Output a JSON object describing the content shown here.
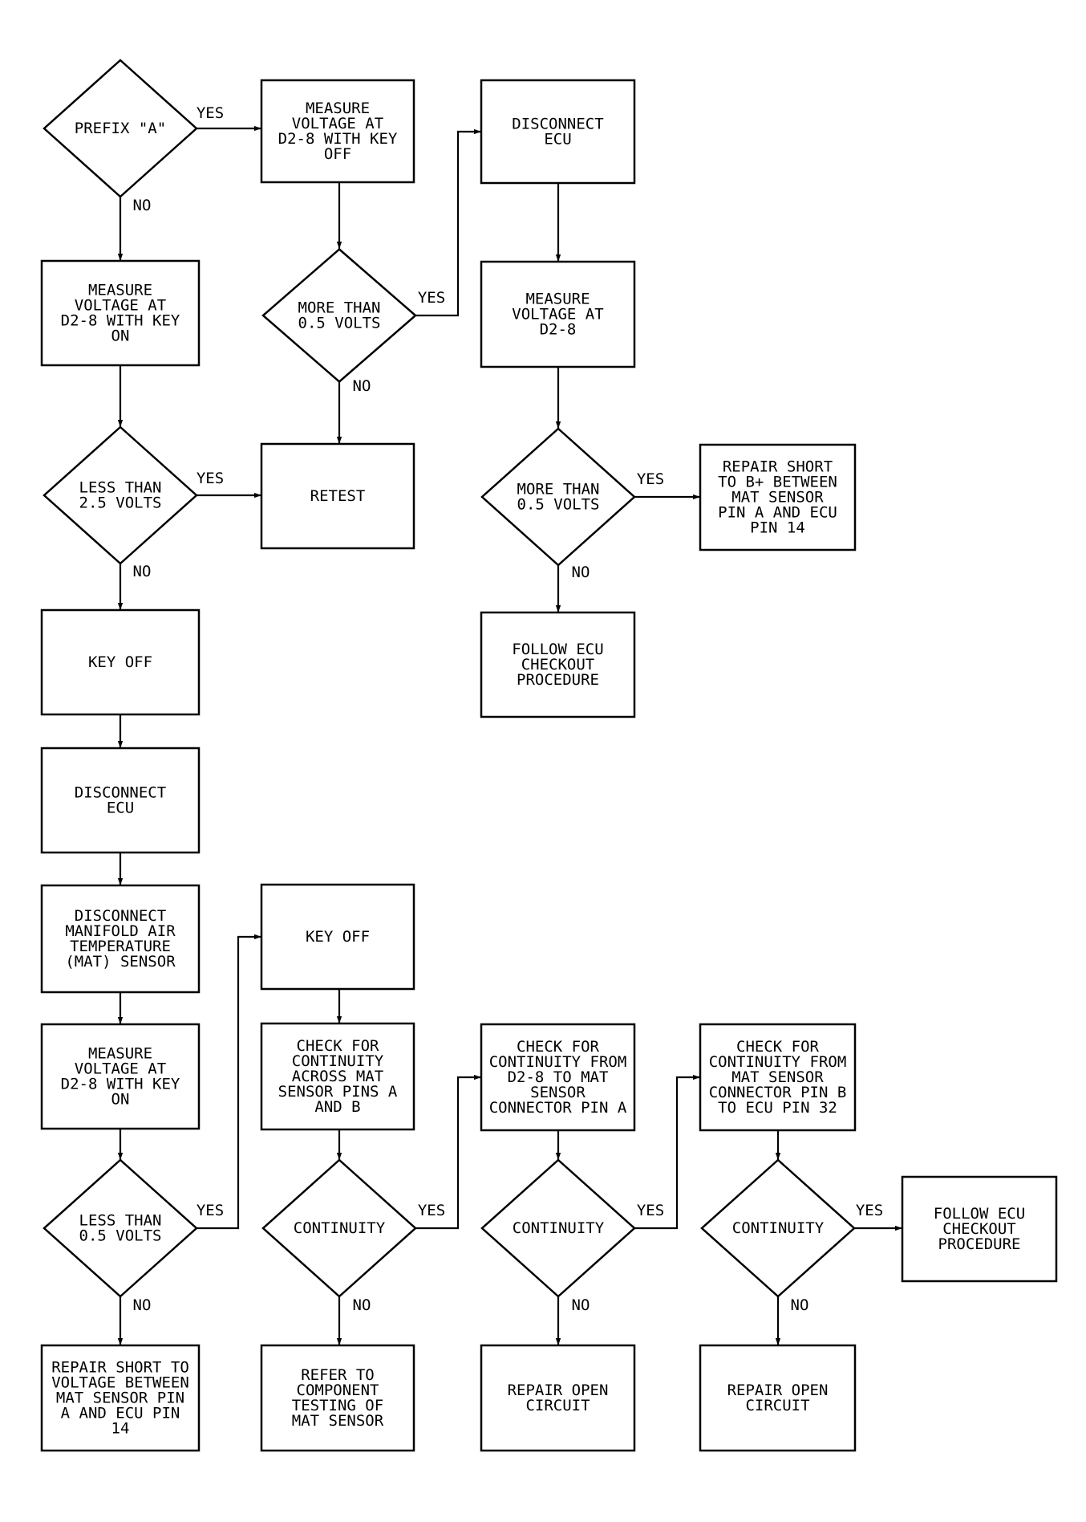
{
  "colors": {
    "ink": "#000000",
    "paper": "#ffffff"
  },
  "labels": {
    "yes": "YES",
    "no": "NO"
  },
  "nodes": {
    "prefix_a": [
      "PREFIX \"A\""
    ],
    "measure_key_on_1": [
      "MEASURE",
      "VOLTAGE AT",
      "D2-8 WITH KEY",
      "ON"
    ],
    "less_than_2_5": [
      "LESS THAN",
      "2.5 VOLTS"
    ],
    "key_off_1": [
      "KEY OFF"
    ],
    "disconnect_ecu_1": [
      "DISCONNECT",
      "ECU"
    ],
    "disconnect_mat": [
      "DISCONNECT",
      "MANIFOLD AIR",
      "TEMPERATURE",
      "(MAT) SENSOR"
    ],
    "measure_key_on_2": [
      "MEASURE",
      "VOLTAGE AT",
      "D2-8 WITH KEY",
      "ON"
    ],
    "less_than_0_5": [
      "LESS THAN",
      "0.5 VOLTS"
    ],
    "repair_short_voltage": [
      "REPAIR SHORT TO",
      "VOLTAGE BETWEEN",
      "MAT SENSOR PIN",
      "A AND ECU PIN",
      "14"
    ],
    "measure_key_off": [
      "MEASURE",
      "VOLTAGE AT",
      "D2-8 WITH KEY",
      "OFF"
    ],
    "more_than_0_5_a": [
      "MORE THAN",
      "0.5 VOLTS"
    ],
    "retest": [
      "RETEST"
    ],
    "key_off_2": [
      "KEY OFF"
    ],
    "check_continuity_pins": [
      "CHECK FOR",
      "CONTINUITY",
      "ACROSS MAT",
      "SENSOR PINS A",
      "AND B"
    ],
    "continuity_1": [
      "CONTINUITY"
    ],
    "refer_component": [
      "REFER TO",
      "COMPONENT",
      "TESTING OF",
      "MAT SENSOR"
    ],
    "disconnect_ecu_2": [
      "DISCONNECT",
      "ECU"
    ],
    "measure_d2_8": [
      "MEASURE",
      "VOLTAGE AT",
      "D2-8"
    ],
    "more_than_0_5_b": [
      "MORE THAN",
      "0.5 VOLTS"
    ],
    "follow_ecu_1": [
      "FOLLOW ECU",
      "CHECKOUT",
      "PROCEDURE"
    ],
    "check_continuity_d2_8": [
      "CHECK FOR",
      "CONTINUITY FROM",
      "D2-8 TO MAT",
      "SENSOR",
      "CONNECTOR PIN A"
    ],
    "continuity_2": [
      "CONTINUITY"
    ],
    "repair_open_1": [
      "REPAIR OPEN",
      "CIRCUIT"
    ],
    "repair_short_b": [
      "REPAIR SHORT",
      "TO B+ BETWEEN",
      "MAT SENSOR",
      "PIN A AND ECU",
      "PIN 14"
    ],
    "check_continuity_pin_b": [
      "CHECK FOR",
      "CONTINUITY FROM",
      "MAT SENSOR",
      "CONNECTOR PIN B",
      "TO ECU PIN 32"
    ],
    "continuity_3": [
      "CONTINUITY"
    ],
    "repair_open_2": [
      "REPAIR OPEN",
      "CIRCUIT"
    ],
    "follow_ecu_2": [
      "FOLLOW ECU",
      "CHECKOUT",
      "PROCEDURE"
    ]
  }
}
